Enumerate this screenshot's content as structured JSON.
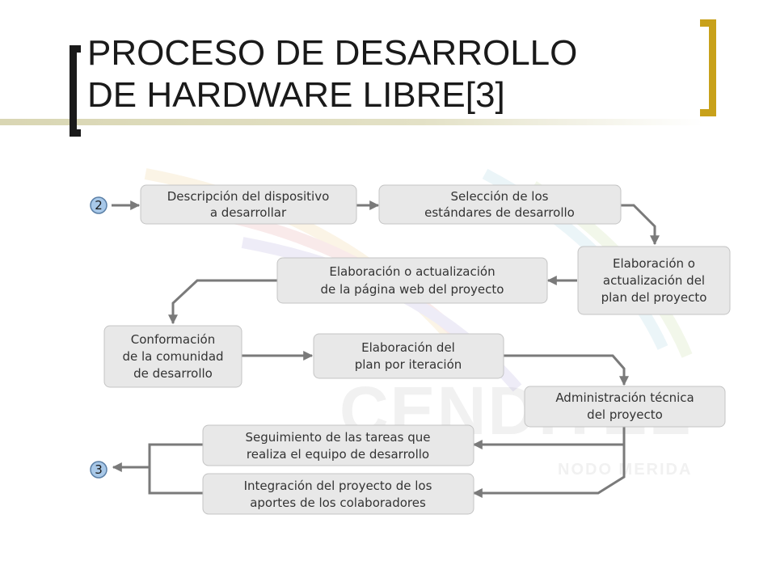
{
  "slide": {
    "title_line1": "PROCESO DE DESARROLLO",
    "title_line2": "DE HARDWARE LIBRE[3]"
  },
  "watermark": {
    "logo_text": "CENDITEL",
    "sub_text": "NODO MERIDA"
  },
  "diagram": {
    "start_badge": "2",
    "end_badge": "3",
    "nodes": [
      {
        "id": "n1",
        "lines": [
          "Descripción del dispositivo",
          "a desarrollar"
        ]
      },
      {
        "id": "n2",
        "lines": [
          "Selección de los",
          "estándares de desarrollo"
        ]
      },
      {
        "id": "n3",
        "lines": [
          "Elaboración o",
          "actualización del",
          "plan del proyecto"
        ]
      },
      {
        "id": "n4",
        "lines": [
          "Elaboración o actualización",
          "de la página web del proyecto"
        ]
      },
      {
        "id": "n5",
        "lines": [
          "Conformación",
          "de la comunidad",
          "de desarrollo"
        ]
      },
      {
        "id": "n6",
        "lines": [
          "Elaboración del",
          "plan por iteración"
        ]
      },
      {
        "id": "n7",
        "lines": [
          "Administración técnica",
          "del proyecto"
        ]
      },
      {
        "id": "n8",
        "lines": [
          "Seguimiento de las tareas que",
          "realiza el equipo de desarrollo"
        ]
      },
      {
        "id": "n9",
        "lines": [
          "Integración del proyecto de los",
          "aportes de los colaboradores"
        ]
      }
    ]
  }
}
